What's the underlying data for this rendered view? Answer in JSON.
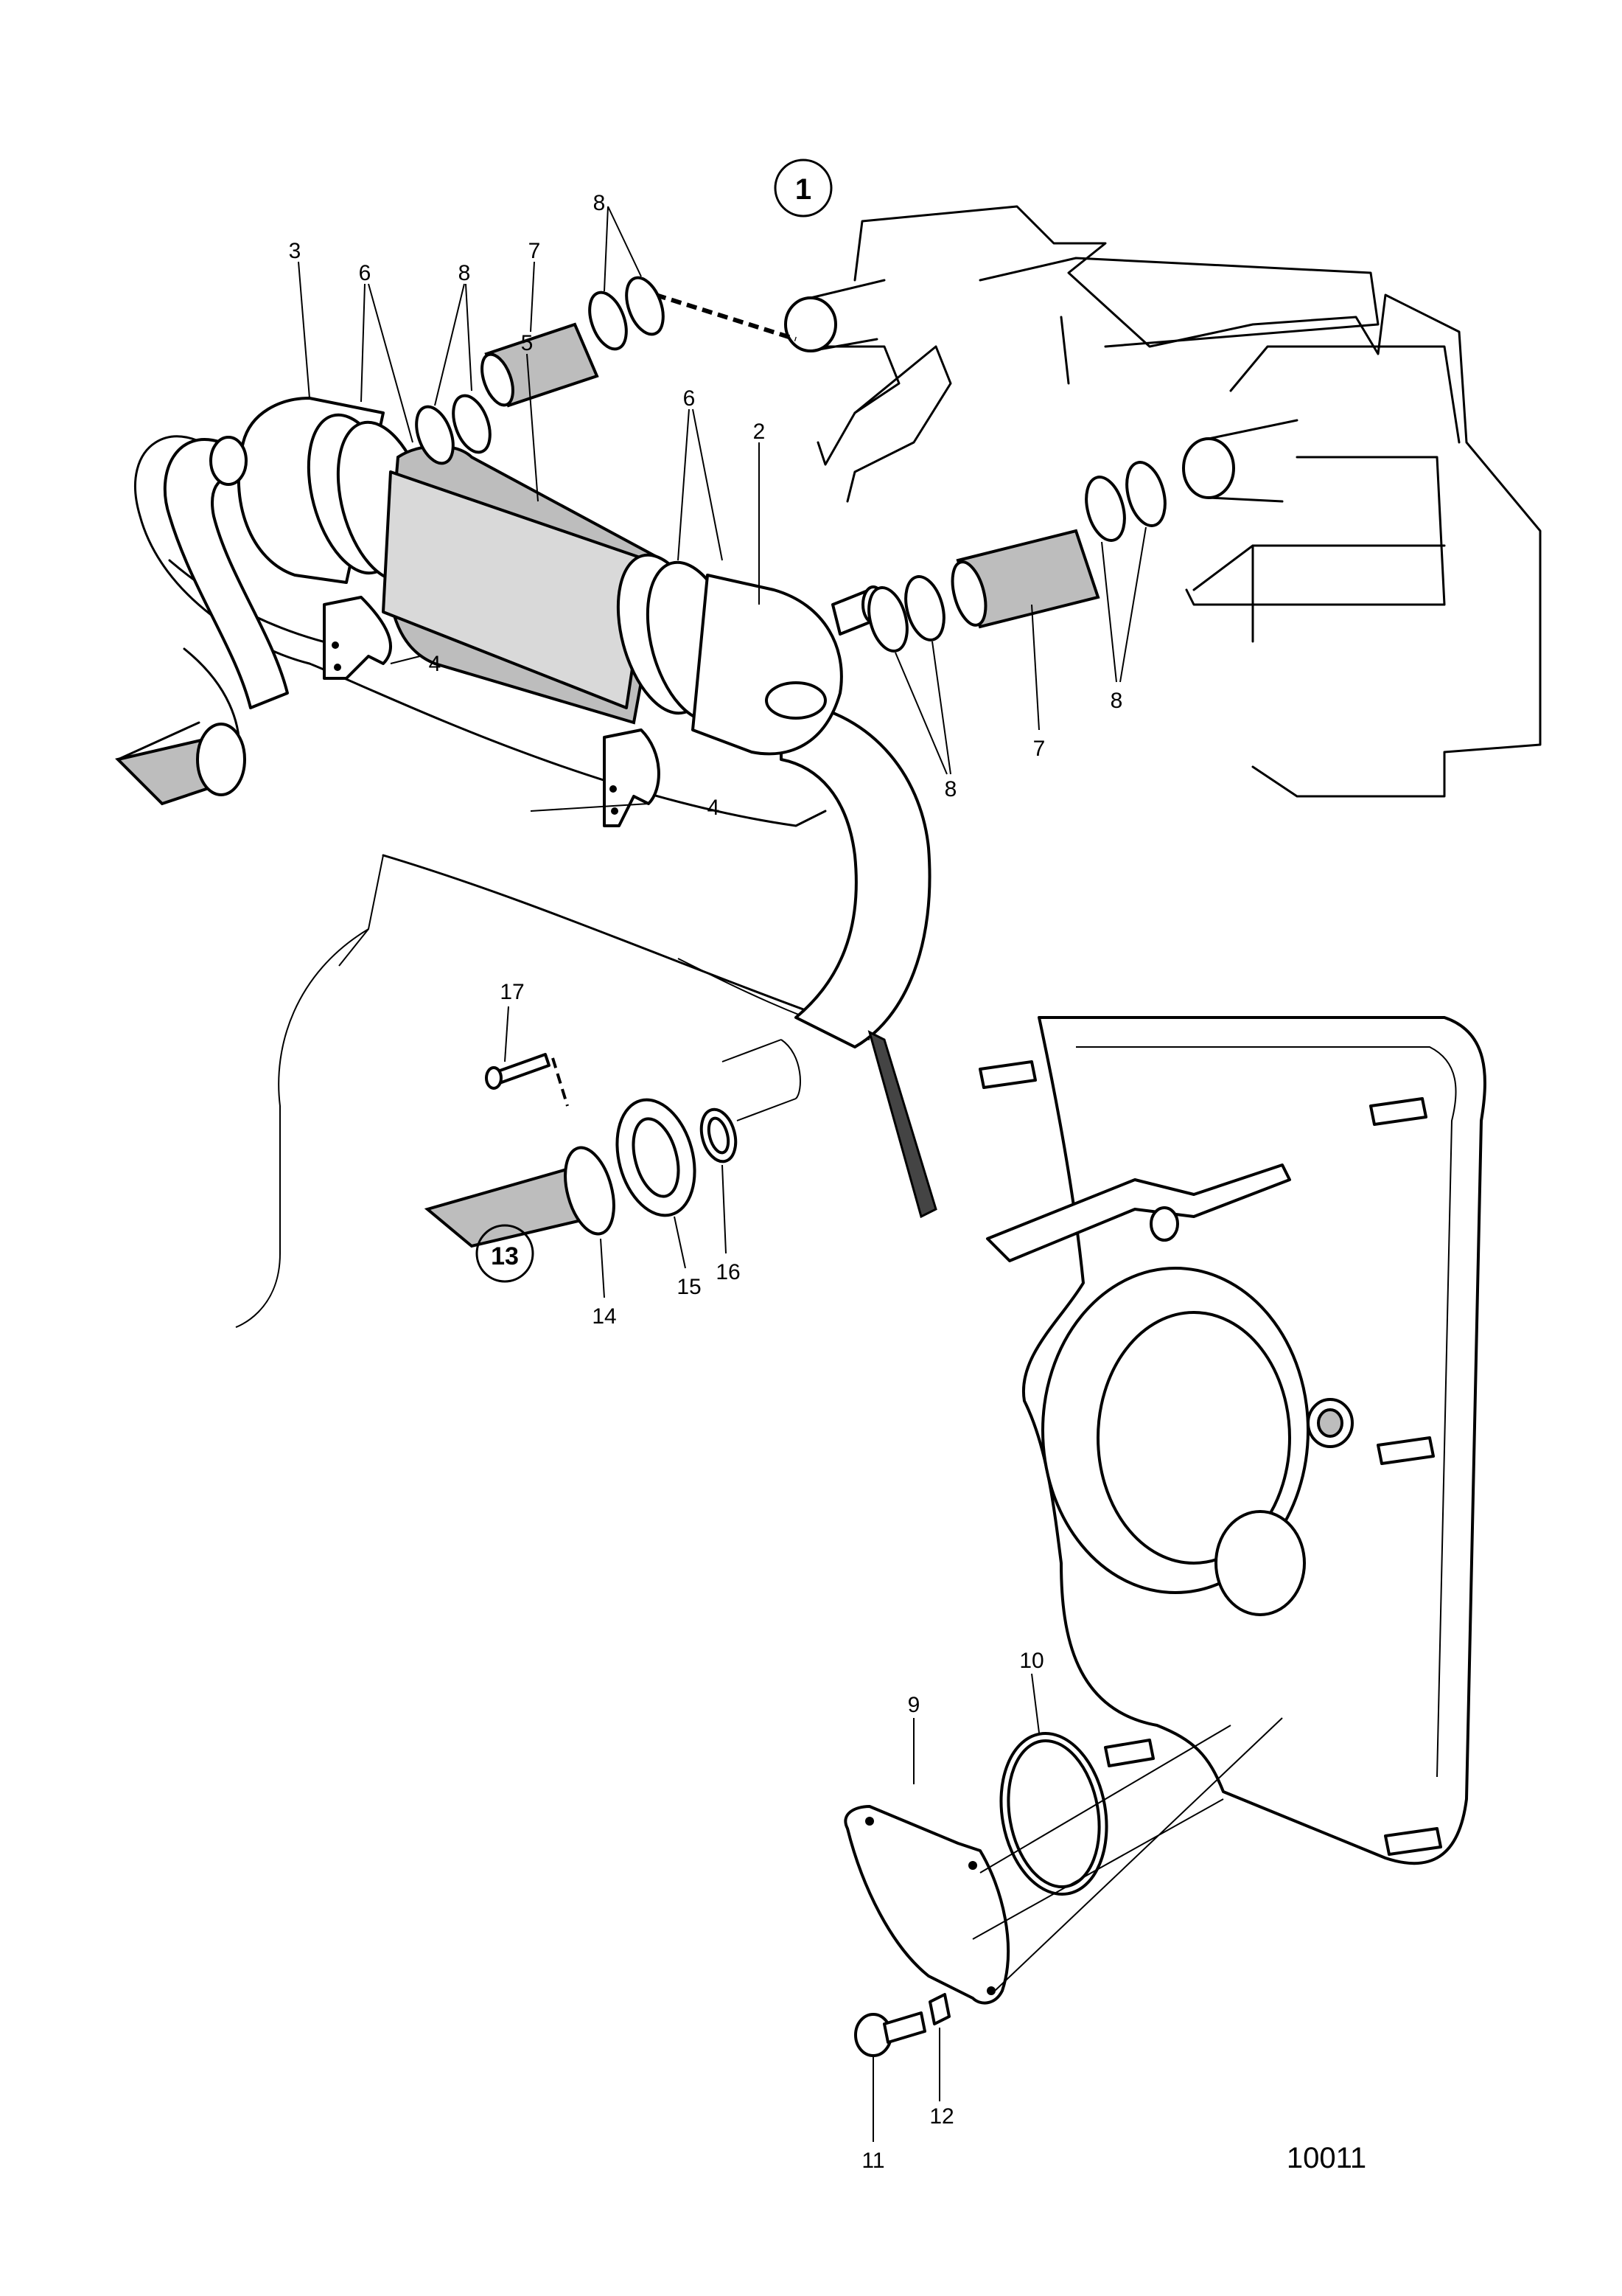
{
  "labels": {
    "l2": "2",
    "l3": "3",
    "l4a": "4",
    "l4b": "4",
    "l5": "5",
    "l6a": "6",
    "l6b": "6",
    "l7a": "7",
    "l7b": "7",
    "l8a": "8",
    "l8b": "8",
    "l8c": "8",
    "l8d": "8",
    "l9": "9",
    "l10": "10",
    "l11": "11",
    "l12": "12",
    "l14": "14",
    "l15": "15",
    "l16": "16",
    "l17": "17"
  },
  "variants": {
    "v1": "1",
    "v13": "13"
  },
  "drawing_number": "10011"
}
